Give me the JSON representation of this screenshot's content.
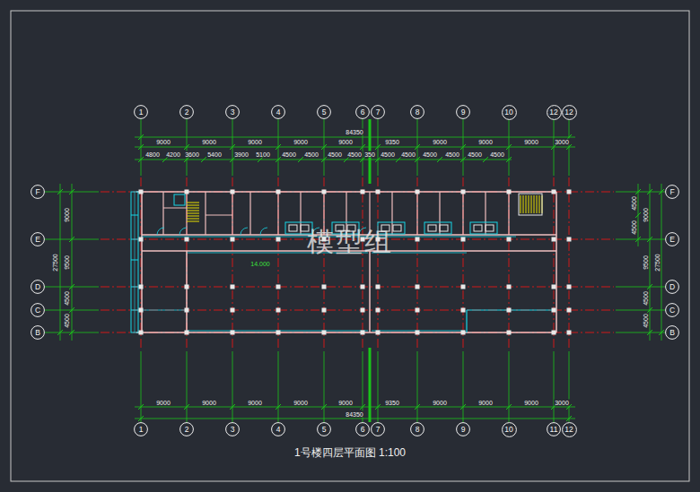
{
  "diagram": {
    "title": "1号楼四层平面图 1:100",
    "nodes": [
      {
        "text": [
          "1"
        ]
      },
      {
        "text": [
          "2"
        ]
      },
      {
        "text": [
          "3"
        ]
      },
      {
        "text": [
          "4"
        ]
      },
      {
        "text": [
          "5"
        ]
      },
      {
        "text": [
          "6"
        ]
      },
      {
        "text": [
          "7"
        ]
      },
      {
        "text": [
          "8"
        ]
      },
      {
        "text": [
          "9"
        ]
      },
      {
        "text": [
          "10"
        ]
      },
      {
        "text": [
          "12"
        ]
      },
      {
        "text": [
          "12"
        ]
      },
      {
        "text": [
          "F"
        ]
      },
      {
        "text": [
          "F"
        ]
      },
      {
        "text": [
          "E"
        ]
      },
      {
        "text": [
          "E"
        ]
      },
      {
        "text": [
          "D"
        ]
      },
      {
        "text": [
          "D"
        ]
      },
      {
        "text": [
          "C"
        ]
      },
      {
        "text": [
          "C"
        ]
      },
      {
        "text": [
          "B"
        ]
      },
      {
        "text": [
          "B"
        ]
      },
      {
        "text": [
          "1"
        ]
      },
      {
        "text": [
          "2"
        ]
      },
      {
        "text": [
          "3"
        ]
      },
      {
        "text": [
          "4"
        ]
      },
      {
        "text": [
          "5"
        ]
      },
      {
        "text": [
          "6"
        ]
      },
      {
        "text": [
          "7"
        ]
      },
      {
        "text": [
          "8"
        ]
      },
      {
        "text": [
          "9"
        ]
      },
      {
        "text": [
          "10"
        ]
      },
      {
        "text": [
          "11"
        ]
      },
      {
        "text": [
          "12"
        ]
      }
    ],
    "labels": [
      "84350",
      "9000",
      "9000",
      "9000",
      "9000",
      "9000",
      "9350",
      "9000",
      "9000",
      "9000",
      "3000",
      "4800",
      "4200",
      "3600",
      "5400",
      "3900",
      "5100",
      "4500",
      "4500",
      "4500",
      "4500",
      "350",
      "4500",
      "4500",
      "4500",
      "4500",
      "4500",
      "4500",
      "27500",
      "9000",
      "9500",
      "4500",
      "4500",
      "4500",
      "4500",
      "9000",
      "9500",
      "4500",
      "4500",
      "27500",
      "9000",
      "9000",
      "9000",
      "9000",
      "9000",
      "9350",
      "9000",
      "9000",
      "9000",
      "3000",
      "84350",
      "14.000",
      "模型组"
    ]
  }
}
